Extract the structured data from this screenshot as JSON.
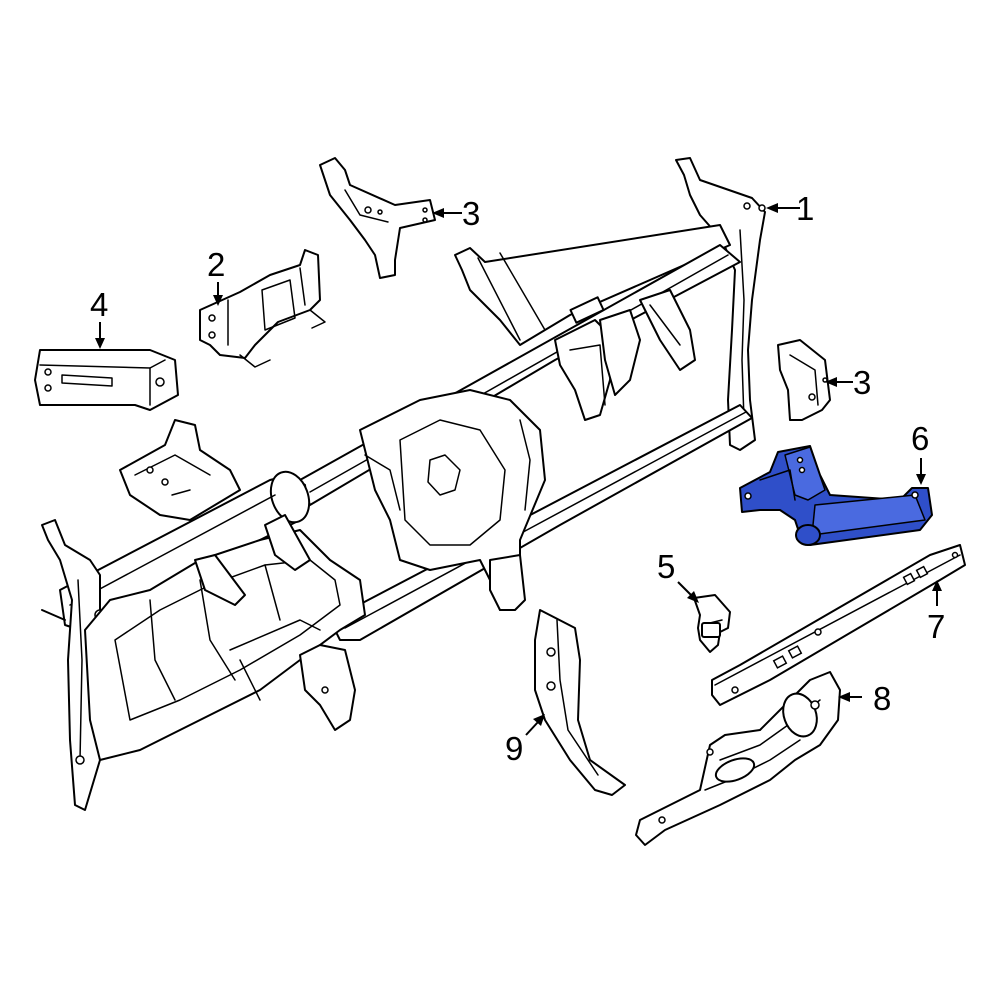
{
  "callouts": [
    {
      "id": "1",
      "text": "1"
    },
    {
      "id": "2",
      "text": "2"
    },
    {
      "id": "3a",
      "text": "3"
    },
    {
      "id": "3b",
      "text": "3"
    },
    {
      "id": "4",
      "text": "4"
    },
    {
      "id": "5",
      "text": "5"
    },
    {
      "id": "6",
      "text": "6"
    },
    {
      "id": "7",
      "text": "7"
    },
    {
      "id": "8",
      "text": "8"
    },
    {
      "id": "9",
      "text": "9"
    }
  ],
  "highlight_color": "#2f4fc9",
  "highlighted_part": "6"
}
